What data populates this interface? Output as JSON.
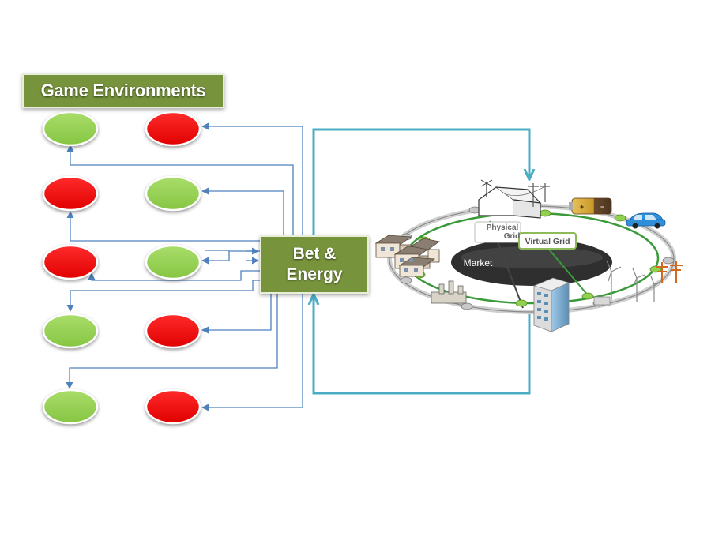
{
  "title": "Game Environments",
  "center_box": {
    "line1": "Bet &",
    "line2": "Energy"
  },
  "grid_labels": {
    "physical_line1": "Physical",
    "physical_line2": "Grid",
    "virtual": "Virtual Grid",
    "market": "Market"
  },
  "game_nodes": [
    {
      "row": 1,
      "col": 1,
      "status": "green"
    },
    {
      "row": 1,
      "col": 2,
      "status": "red"
    },
    {
      "row": 2,
      "col": 1,
      "status": "red"
    },
    {
      "row": 2,
      "col": 2,
      "status": "green"
    },
    {
      "row": 3,
      "col": 1,
      "status": "red"
    },
    {
      "row": 3,
      "col": 2,
      "status": "green"
    },
    {
      "row": 4,
      "col": 1,
      "status": "green"
    },
    {
      "row": 4,
      "col": 2,
      "status": "red"
    },
    {
      "row": 5,
      "col": 1,
      "status": "green"
    },
    {
      "row": 5,
      "col": 2,
      "status": "red"
    }
  ],
  "colors": {
    "green": "#92d050",
    "red": "#ff0000",
    "box": "#77933c",
    "connector": "#4f81bd",
    "loop": "#4bacc6",
    "grid_ring": "#3a9a3a"
  }
}
